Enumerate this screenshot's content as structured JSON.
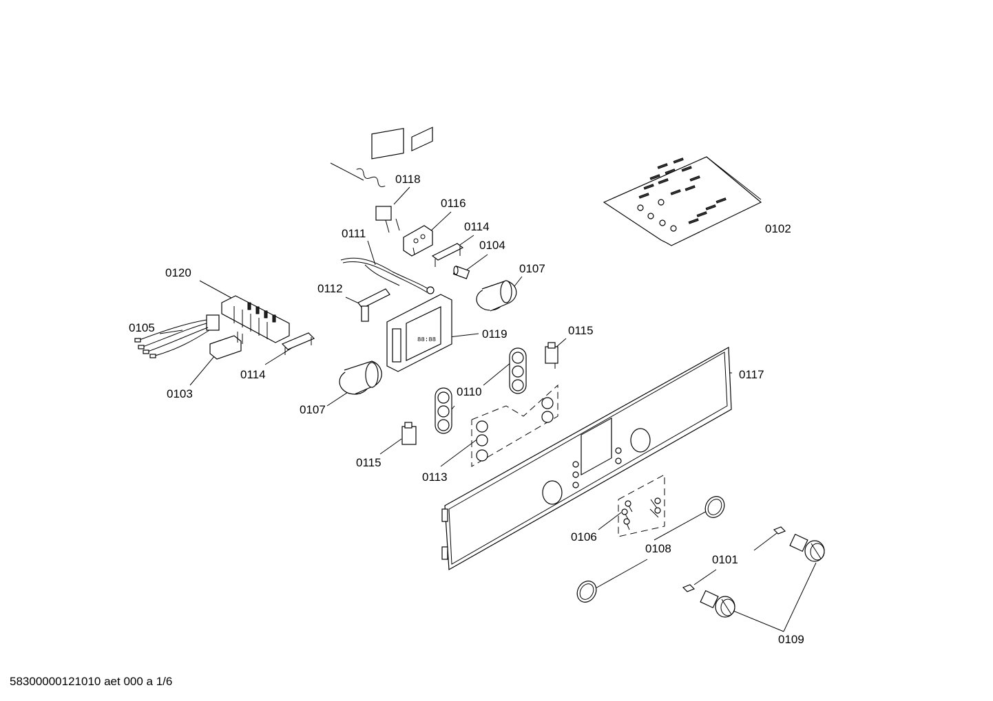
{
  "diagram": {
    "parts": [
      {
        "id": "p0118",
        "label": "0118"
      },
      {
        "id": "p0116",
        "label": "0116"
      },
      {
        "id": "p0114a",
        "label": "0114"
      },
      {
        "id": "p0111",
        "label": "0111"
      },
      {
        "id": "p0104",
        "label": "0104"
      },
      {
        "id": "p0107a",
        "label": "0107"
      },
      {
        "id": "p0120",
        "label": "0120"
      },
      {
        "id": "p0112",
        "label": "0112"
      },
      {
        "id": "p0105",
        "label": "0105"
      },
      {
        "id": "p0119",
        "label": "0119"
      },
      {
        "id": "p0115a",
        "label": "0115"
      },
      {
        "id": "p0114b",
        "label": "0114"
      },
      {
        "id": "p0103",
        "label": "0103"
      },
      {
        "id": "p0117",
        "label": "0117"
      },
      {
        "id": "p0110",
        "label": "0110"
      },
      {
        "id": "p0107b",
        "label": "0107"
      },
      {
        "id": "p0115b",
        "label": "0115"
      },
      {
        "id": "p0113",
        "label": "0113"
      },
      {
        "id": "p0106",
        "label": "0106"
      },
      {
        "id": "p0108",
        "label": "0108"
      },
      {
        "id": "p0101",
        "label": "0101"
      },
      {
        "id": "p0109",
        "label": "0109"
      },
      {
        "id": "p0102",
        "label": "0102"
      }
    ]
  },
  "footer": {
    "text": "58300000121010 aet 000 a 1/6"
  }
}
